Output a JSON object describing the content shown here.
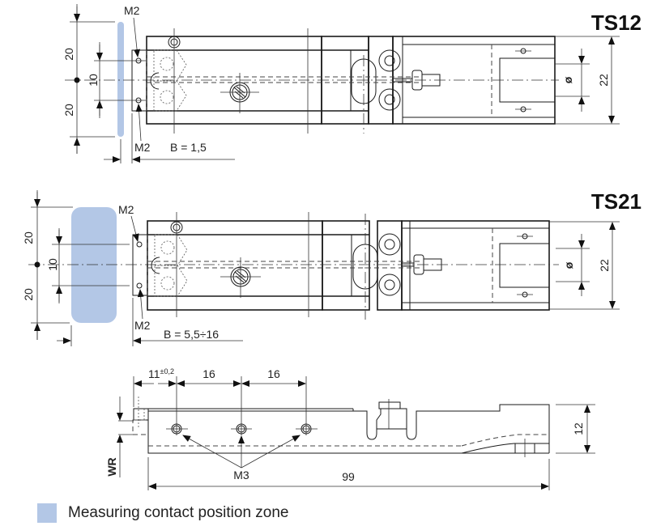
{
  "views": {
    "ts12": {
      "title": "TS12",
      "labels": {
        "height_top": "20",
        "height_bottom": "20",
        "pitch": "10",
        "thread_top": "M2",
        "thread_bottom": "M2",
        "b_dim": "B = 1,5",
        "diameter": "ø",
        "width": "22"
      }
    },
    "ts21": {
      "title": "TS21",
      "labels": {
        "height_top": "20",
        "height_bottom": "20",
        "pitch": "10",
        "thread_top": "M2",
        "thread_bottom": "M2",
        "b_dim": "B = 5,5÷16",
        "diameter": "ø",
        "width": "22"
      }
    },
    "side": {
      "offset_value": "11",
      "offset_tolerance": "±0,2",
      "spacing_1": "16",
      "spacing_2": "16",
      "thread": "M3",
      "length": "99",
      "height": "12",
      "wr_label": "WR"
    }
  },
  "legend": {
    "label": "Measuring contact position zone",
    "color": "#b3c7e6"
  }
}
